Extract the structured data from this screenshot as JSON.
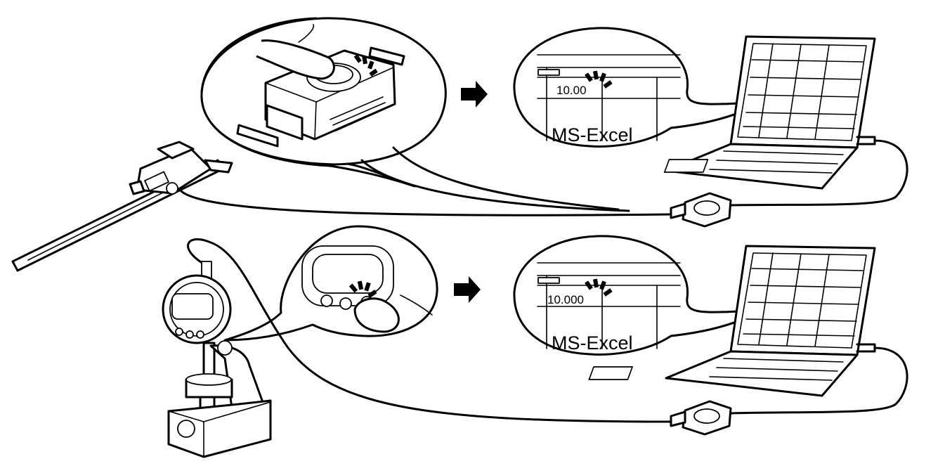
{
  "panels": {
    "caliper": {
      "cell_value": "10.00",
      "app_label": "MS-Excel"
    },
    "indicator": {
      "cell_value": "10.000",
      "app_label": "MS-Excel"
    }
  }
}
